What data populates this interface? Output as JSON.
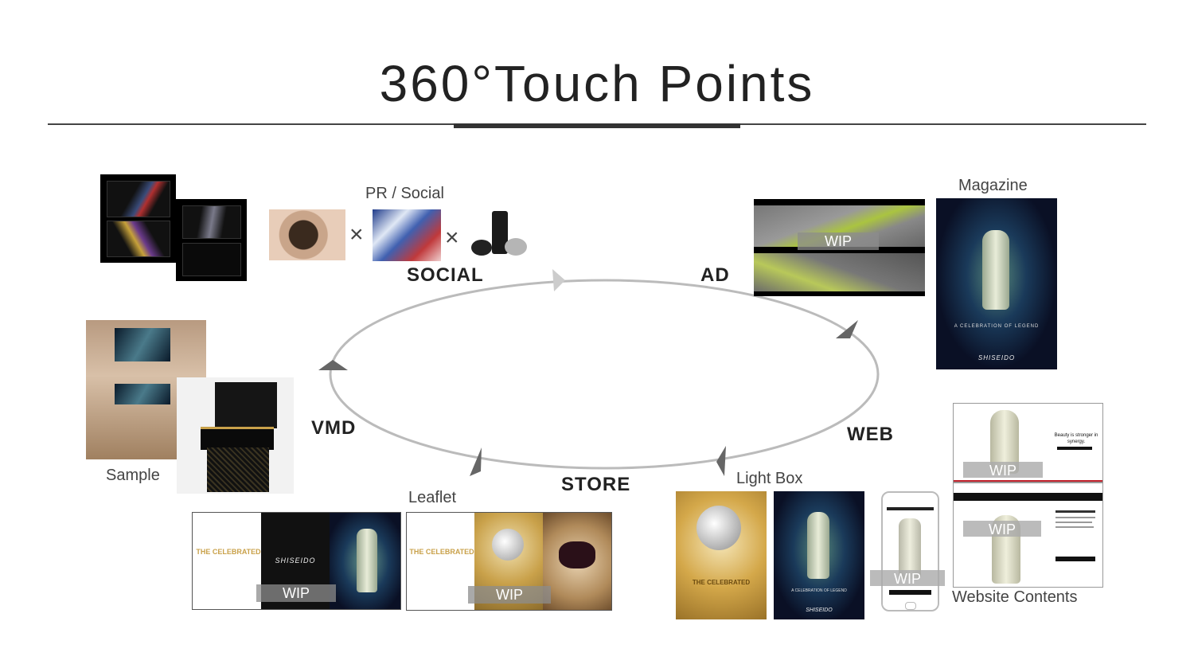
{
  "title": "360°Touch Points",
  "captions": {
    "pr_social": "PR / Social",
    "magazine": "Magazine",
    "sample": "Sample",
    "leaflet": "Leaflet",
    "light_box": "Light Box",
    "website_contents": "Website Contents"
  },
  "stages": {
    "social": "SOCIAL",
    "ad": "AD",
    "web": "WEB",
    "store": "STORE",
    "vmd": "VMD"
  },
  "multiply_sign": "×",
  "wip_label": "WIP",
  "print_text": {
    "celebrated": "THE CELEBRATED",
    "brand": "SHISEIDO",
    "celebration": "A CELEBRATION OF LEGEND",
    "web_tagline": "Beauty is stronger in synergy."
  },
  "colors": {
    "gold": "#c9a14a",
    "cycle_line": "#bbbbbb",
    "arrow": "#666666"
  }
}
